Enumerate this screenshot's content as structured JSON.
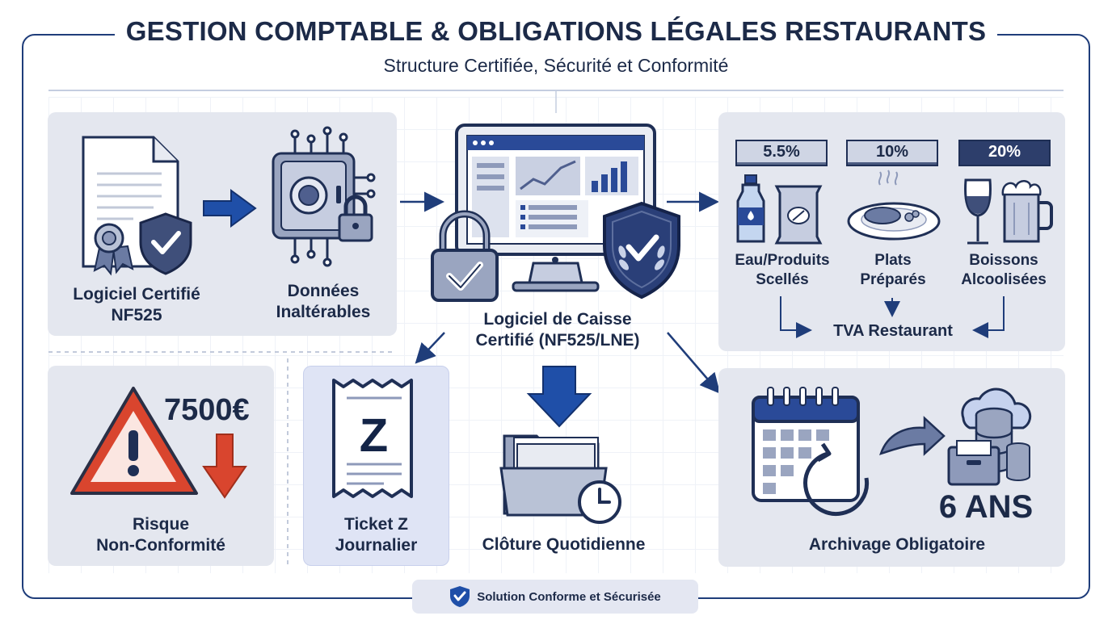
{
  "header": {
    "title": "GESTION COMPTABLE & OBLIGATIONS LÉGALES RESTAURANTS",
    "subtitle": "Structure Certifiée, Sécurité et Conformité"
  },
  "top_left": {
    "item1": {
      "line1": "Logiciel Certifié",
      "line2": "NF525"
    },
    "item2": {
      "line1": "Données",
      "line2": "Inaltérables"
    }
  },
  "center": {
    "line1": "Logiciel de Caisse",
    "line2": "Certifié (NF525/LNE)"
  },
  "vat": {
    "rates": [
      {
        "rate": "5.5%",
        "line1": "Eau/Produits",
        "line2": "Scellés",
        "color": "#5b6a8c"
      },
      {
        "rate": "10%",
        "line1": "Plats",
        "line2": "Préparés",
        "color": "#4a5a80"
      },
      {
        "rate": "20%",
        "line1": "Boissons",
        "line2": "Alcoolisées",
        "color": "#2d3e6b"
      }
    ],
    "footer": "TVA Restaurant"
  },
  "risk": {
    "amount": "7500€",
    "line1": "Risque",
    "line2": "Non-Conformité"
  },
  "ticket": {
    "letter": "Z",
    "line1": "Ticket Z",
    "line2": "Journalier"
  },
  "closing": {
    "label": "Clôture Quotidienne"
  },
  "archive": {
    "years": "6 ANS",
    "label": "Archivage Obligatoire"
  },
  "footer_badge": {
    "label": "Solution Conforme et Sécurisée"
  },
  "colors": {
    "navy": "#1f3d7a",
    "accent_blue": "#1f4fa8",
    "danger": "#d9452e",
    "panel": "#e4e7ef"
  }
}
